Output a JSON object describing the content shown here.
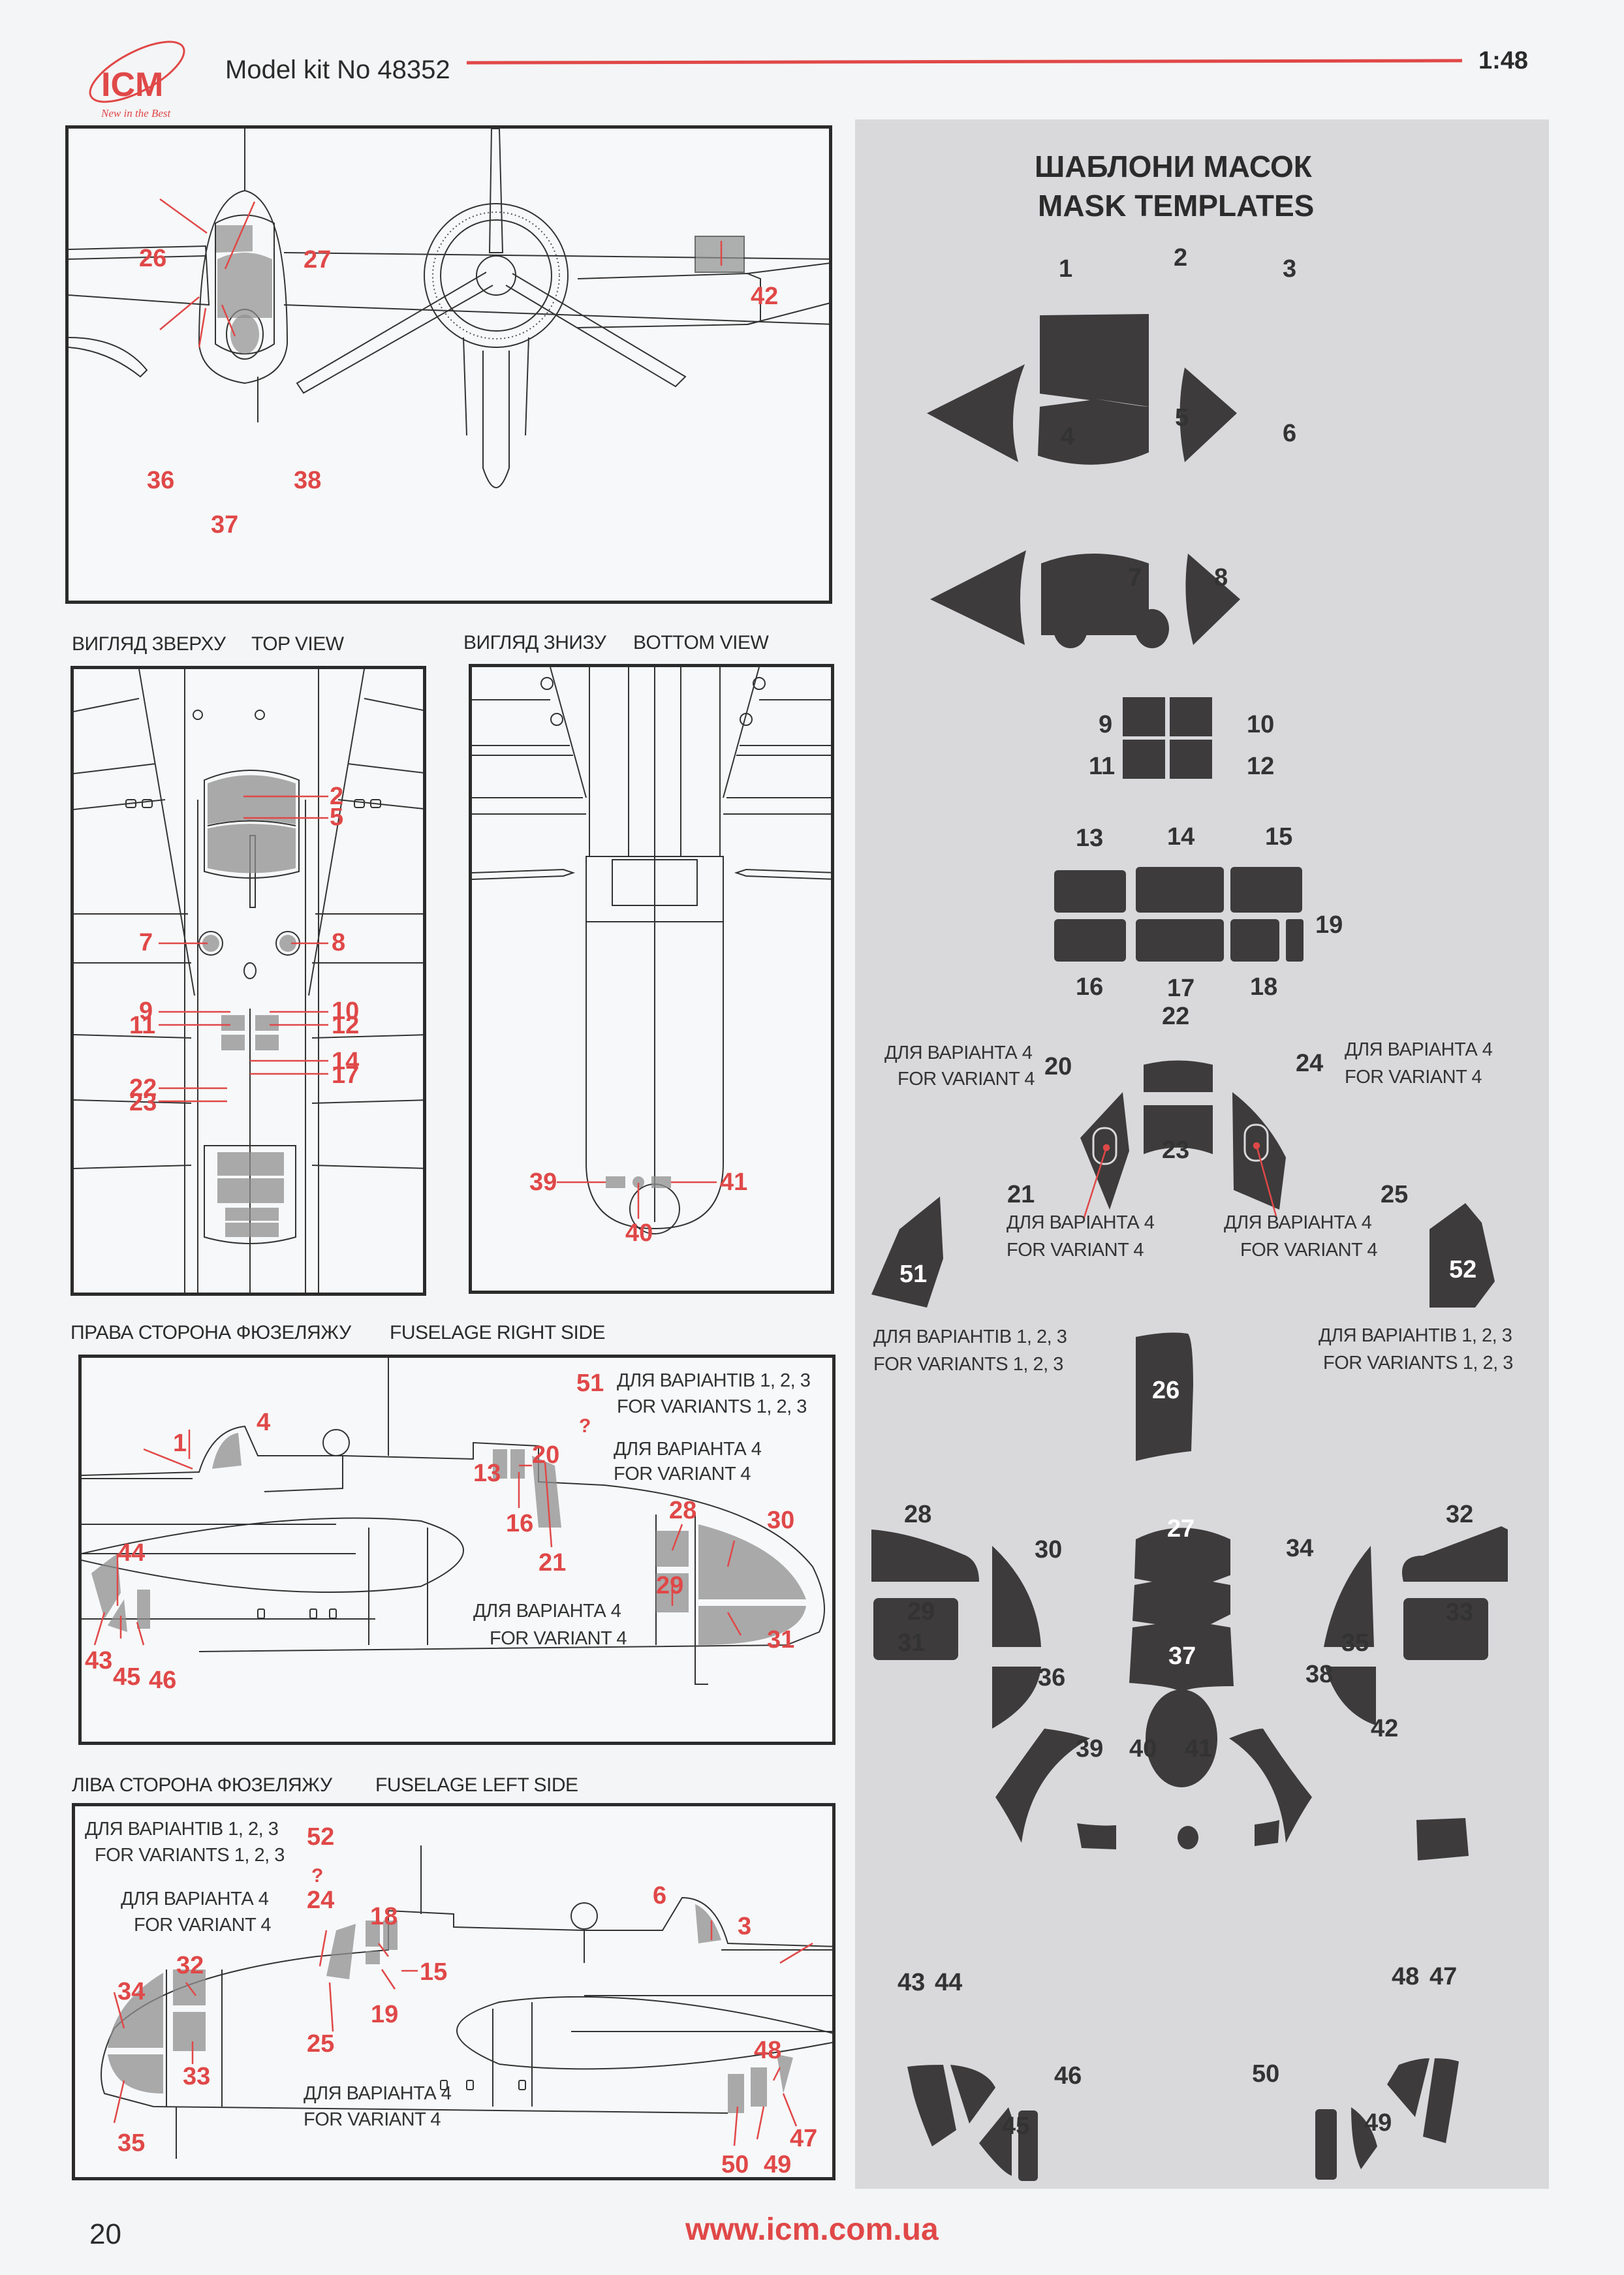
{
  "header": {
    "logo_text": "ICM",
    "logo_tagline": "New in the Best",
    "model_kit": "Model kit No 48352",
    "scale": "1:48",
    "accent_color": "#e04848"
  },
  "footer": {
    "page_number": "20",
    "website": "www.icm.com.ua"
  },
  "views": {
    "front": {
      "callouts": [
        "26",
        "27",
        "36",
        "37",
        "38",
        "42"
      ]
    },
    "top": {
      "title_ua": "ВИГЛЯД ЗВЕРХУ",
      "title_en": "TOP VIEW",
      "callouts": [
        "2",
        "5",
        "7",
        "8",
        "9",
        "10",
        "11",
        "12",
        "14",
        "17",
        "22",
        "23"
      ]
    },
    "bottom": {
      "title_ua": "ВИГЛЯД ЗНИЗУ",
      "title_en": "BOTTOM VIEW",
      "callouts": [
        "39",
        "40",
        "41"
      ]
    },
    "right_side": {
      "title_ua": "ПРАВА СТОРОНА ФЮЗЕЛЯЖУ",
      "title_en": "FUSELAGE RIGHT SIDE",
      "callouts": [
        "1",
        "4",
        "13",
        "16",
        "20",
        "21",
        "28",
        "29",
        "30",
        "31",
        "43",
        "44",
        "45",
        "46",
        "51"
      ],
      "question_mark": "?",
      "note_variants_123_ua": "ДЛЯ ВАРІАНТІВ 1, 2, 3",
      "note_variants_123_en": "FOR VARIANTS 1, 2, 3",
      "note_variant4_ua": "ДЛЯ ВАРІАНТА 4",
      "note_variant4_en": "FOR VARIANT 4",
      "note_bottom_ua": "ДЛЯ ВАРІАНТА 4",
      "note_bottom_en": "FOR VARIANT 4"
    },
    "left_side": {
      "title_ua": "ЛІВА СТОРОНА ФЮЗЕЛЯЖУ",
      "title_en": "FUSELAGE LEFT SIDE",
      "callouts": [
        "3",
        "6",
        "15",
        "18",
        "19",
        "24",
        "25",
        "32",
        "33",
        "34",
        "35",
        "47",
        "48",
        "49",
        "50",
        "52"
      ],
      "question_mark": "?",
      "note_variants_123_ua": "ДЛЯ ВАРІАНТІВ 1, 2, 3",
      "note_variants_123_en": "FOR VARIANTS 1, 2, 3",
      "note_variant4_ua": "ДЛЯ ВАРІАНТА 4",
      "note_variant4_en": "FOR VARIANT 4",
      "note_bottom_ua": "ДЛЯ ВАРІАНТА 4",
      "note_bottom_en": "FOR VARIANT 4"
    }
  },
  "mask_templates": {
    "title_ua": "ШАБЛОНИ МАСОК",
    "title_en": "MASK TEMPLATES",
    "labels": {
      "m1": "1",
      "m2": "2",
      "m3": "3",
      "m4": "4",
      "m5": "5",
      "m6": "6",
      "m7": "7",
      "m8": "8",
      "m9": "9",
      "m10": "10",
      "m11": "11",
      "m12": "12",
      "m13": "13",
      "m14": "14",
      "m15": "15",
      "m16": "16",
      "m17": "17",
      "m18": "18",
      "m19": "19",
      "m20": "20",
      "m21": "21",
      "m22": "22",
      "m23": "23",
      "m24": "24",
      "m25": "25",
      "m26": "26",
      "m27": "27",
      "m28": "28",
      "m29": "29",
      "m30": "30",
      "m31": "31",
      "m32": "32",
      "m33": "33",
      "m34": "34",
      "m35": "35",
      "m36": "36",
      "m37": "37",
      "m38": "38",
      "m39": "39",
      "m40": "40",
      "m41": "41",
      "m42": "42",
      "m43": "43",
      "m44": "44",
      "m45": "45",
      "m46": "46",
      "m47": "47",
      "m48": "48",
      "m49": "49",
      "m50": "50",
      "m51": "51",
      "m52": "52"
    },
    "notes": {
      "v4_ua": "ДЛЯ ВАРІАНТА 4",
      "v4_en": "FOR VARIANT 4",
      "v123_ua": "ДЛЯ ВАРІАНТІВ 1, 2, 3",
      "v123_en": "FOR VARIANTS 1, 2, 3"
    },
    "mask_color": "#3d3b3b",
    "panel_color": "#d9d9dc"
  }
}
